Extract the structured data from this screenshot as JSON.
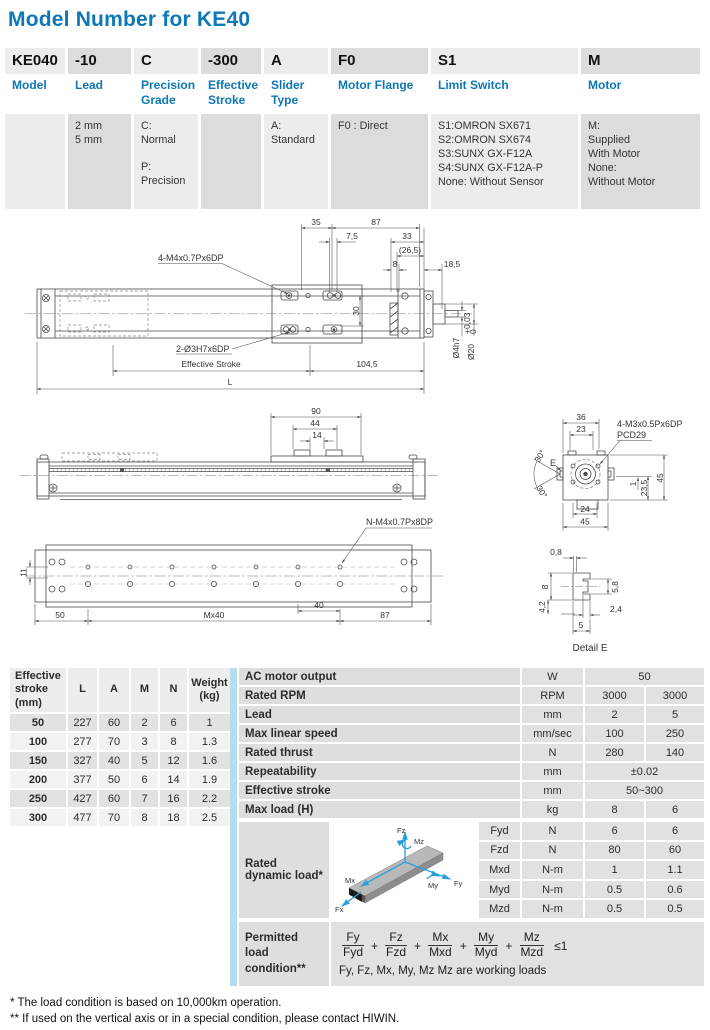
{
  "title": "Model Number for KE40",
  "colors": {
    "accent": "#0e78b6",
    "strip": "#b5ddf0",
    "arrow_blue": "#2b9fd8"
  },
  "model_table": {
    "columns": [
      {
        "code": "KE040",
        "label": "Model",
        "options": []
      },
      {
        "code": "-10",
        "label": "Lead",
        "options": [
          "2 mm",
          "5 mm"
        ]
      },
      {
        "code": "C",
        "label": "Precision Grade",
        "options": [
          "C:",
          "Normal",
          "",
          "P:",
          "Precision"
        ]
      },
      {
        "code": "-300",
        "label": "Effective Stroke",
        "options": []
      },
      {
        "code": "A",
        "label": "Slider Type",
        "options": [
          "A:",
          "Standard"
        ]
      },
      {
        "code": "F0",
        "label": "Motor Flange",
        "options": [
          "F0 : Direct"
        ]
      },
      {
        "code": "S1",
        "label": "Limit Switch",
        "options": [
          "S1:OMRON SX671",
          "S2:OMRON SX674",
          "S3:SUNX GX-F12A",
          "S4:SUNX GX-F12A-P",
          "None: Without Sensor"
        ]
      },
      {
        "code": "M",
        "label": "Motor",
        "options": [
          "M:",
          "Supplied",
          "With Motor",
          "None:",
          "Without Motor"
        ]
      }
    ]
  },
  "drawings": {
    "top_view": {
      "dim_35": "35",
      "dim_87": "87",
      "dim_7_5": "7,5",
      "dim_33": "33",
      "dim_26_5": "(26,5)",
      "dim_8": "8",
      "dim_18_5": "18,5",
      "label_m4": "4-M4x0.7Px6DP",
      "label_o3": "2-Ø3H7x6DP",
      "dim_30": "30",
      "dia_4": "Ø4h7",
      "dia_20": "Ø20",
      "tol_up": "+0,03",
      "tol_low": "0",
      "effective_stroke": "Effective Stroke",
      "dim_104_5": "104,5",
      "dim_L": "L"
    },
    "side_view": {
      "dim_90": "90",
      "dim_44": "44",
      "dim_14": "14",
      "label_n_m4": "N-M4x0.7Px8DP"
    },
    "end_view": {
      "dim_36": "36",
      "dim_23": "23",
      "label_m3": "4-M3x0.5Px6DP",
      "label_pcd": "PCD29",
      "ang1": "30°",
      "ang2": "30°",
      "label_e": "E",
      "dim_45r": "45",
      "dim_1": "1",
      "dim_23_5": "23,5",
      "dim_24": "24",
      "dim_45b": "45"
    },
    "bottom_view": {
      "dim_11": "11",
      "dim_50": "50",
      "dim_mx40": "Mx40",
      "dim_40": "40",
      "dim_87": "87"
    },
    "detail_e": {
      "dim_0_8": "0,8",
      "dim_8": "8",
      "dim_5_8": "5,8",
      "dim_2_4": "2,4",
      "dim_4_2": "4,2",
      "dim_5": "5",
      "caption": "Detail E"
    }
  },
  "stroke_table": {
    "headers": [
      "Effective stroke (mm)",
      "L",
      "A",
      "M",
      "N",
      "Weight (kg)"
    ],
    "rows": [
      [
        "50",
        "227",
        "60",
        "2",
        "6",
        "1"
      ],
      [
        "100",
        "277",
        "70",
        "3",
        "8",
        "1.3"
      ],
      [
        "150",
        "327",
        "40",
        "5",
        "12",
        "1.6"
      ],
      [
        "200",
        "377",
        "50",
        "6",
        "14",
        "1.9"
      ],
      [
        "250",
        "427",
        "60",
        "7",
        "16",
        "2.2"
      ],
      [
        "300",
        "477",
        "70",
        "8",
        "18",
        "2.5"
      ]
    ]
  },
  "spec_table": {
    "rows": [
      {
        "label": "AC motor output",
        "unit": "W",
        "value": "50"
      },
      {
        "label": "Rated RPM",
        "unit": "RPM",
        "v1": "3000",
        "v2": "3000"
      },
      {
        "label": "Lead",
        "unit": "mm",
        "v1": "2",
        "v2": "5"
      },
      {
        "label": "Max linear speed",
        "unit": "mm/sec",
        "v1": "100",
        "v2": "250"
      },
      {
        "label": "Rated thrust",
        "unit": "N",
        "v1": "280",
        "v2": "140"
      },
      {
        "label": "Repeatability",
        "unit": "mm",
        "value": "±0.02"
      },
      {
        "label": "Effective stroke",
        "unit": "mm",
        "value": "50~300"
      },
      {
        "label": "Max load (H)",
        "unit": "kg",
        "v1": "8",
        "v2": "6"
      }
    ]
  },
  "dynamic_load": {
    "label": "Rated dynamic load*",
    "axes": {
      "fz": "Fz",
      "mz": "Mz",
      "mx": "Mx",
      "fx": "Fx",
      "my": "My",
      "fy": "Fy"
    },
    "rows": [
      {
        "name": "Fyd",
        "unit": "N",
        "v1": "6",
        "v2": "6"
      },
      {
        "name": "Fzd",
        "unit": "N",
        "v1": "80",
        "v2": "60"
      },
      {
        "name": "Mxd",
        "unit": "N-m",
        "v1": "1",
        "v2": "1.1"
      },
      {
        "name": "Myd",
        "unit": "N-m",
        "v1": "0.5",
        "v2": "0.6"
      },
      {
        "name": "Mzd",
        "unit": "N-m",
        "v1": "0.5",
        "v2": "0.5"
      }
    ]
  },
  "permitted": {
    "label": "Permitted load condition**",
    "fractions": [
      {
        "n": "Fy",
        "d": "Fyd"
      },
      {
        "n": "Fz",
        "d": "Fzd"
      },
      {
        "n": "Mx",
        "d": "Mxd"
      },
      {
        "n": "My",
        "d": "Myd"
      },
      {
        "n": "Mz",
        "d": "Mzd"
      }
    ],
    "plus": "+",
    "condition": "≤1",
    "note": "Fy, Fz, Mx, My, Mz Mz are working loads"
  },
  "footnotes": [
    "* The load condition is based on 10,000km operation.",
    "** If used on the vertical axis or in a special condition, please contact HIWIN."
  ]
}
